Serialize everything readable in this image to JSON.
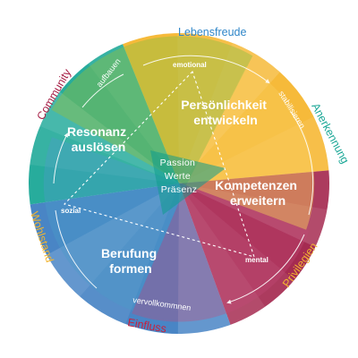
{
  "center": {
    "words": [
      "Passion",
      "Werte",
      "Präsenz"
    ]
  },
  "segments": [
    {
      "title_lines": [
        "Persönlichkeit",
        "entwickeln"
      ]
    },
    {
      "title_lines": [
        "Kompetenzen",
        "erweitern"
      ]
    },
    {
      "title_lines": [
        "Berufung",
        "formen"
      ]
    },
    {
      "title_lines": [
        "Resonanz",
        "auslösen"
      ]
    }
  ],
  "triangle": {
    "corners": {
      "top": "emotional",
      "left": "sozial",
      "right": "mental"
    }
  },
  "ring_words": {
    "aufbauen": "aufbauen",
    "stabilisieren": "stabilisieren",
    "vervollkommnen": "vervollkommnen"
  },
  "outer_labels": {
    "lebensfreude": "Lebensfreude",
    "anerkennung": "Anerkennung",
    "privilegien": "Privilegien",
    "einfluss": "Einfluss",
    "wohlstand": "Wohlstand",
    "community": "Community"
  },
  "colors": {
    "yellow": "#F6B62E",
    "crimson": "#A01E47",
    "blue": "#3E7EC2",
    "teal": "#1AA796",
    "lebensfreude": "#2F86C8",
    "anerkennung": "#1AA796",
    "privilegien": "#F2B531",
    "einfluss": "#C8213E",
    "wohlstand": "#F2B531",
    "community": "#A61E45",
    "wohlstand_W": "#2F86C8"
  }
}
